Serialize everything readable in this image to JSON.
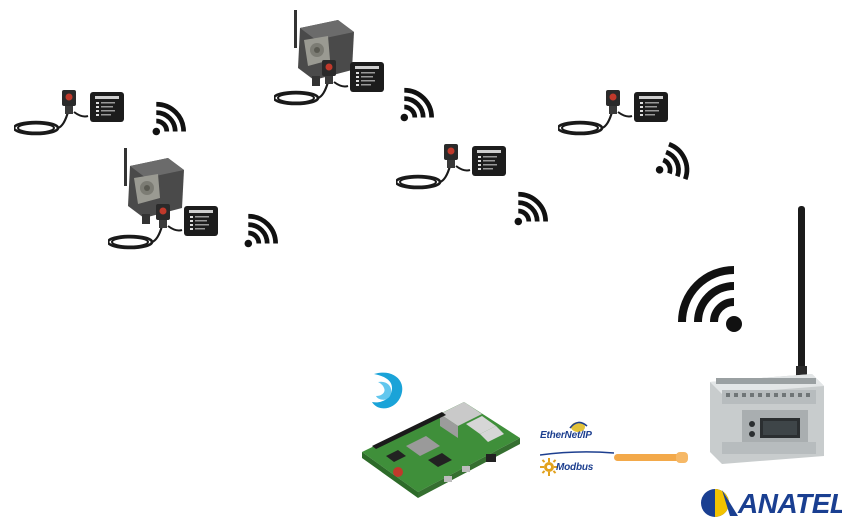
{
  "protocols": {
    "ethernet_ip": "EtherNet/IP",
    "modbus": "Modbus"
  },
  "certification": {
    "logo_text": "ANATEL"
  },
  "colors": {
    "device_dark": "#1e1e1e",
    "ethernet_ip_blue": "#1d3f8f",
    "modbus_gold": "#e2a21e",
    "link_orange": "#f3a94a",
    "anatel_blue": "#1a3f91",
    "anatel_yellow": "#f2c200",
    "rpi_green": "#3f8f3a",
    "rpi_logo_cyan": "#1aa3d8",
    "gateway_gray": "#cfd3d4"
  },
  "icons": [
    "wireless-signal-icon",
    "wifi-icon",
    "raspberry-pi-logo-icon",
    "ethernet-ip-logo-icon",
    "modbus-logo-icon",
    "anatel-logo-icon"
  ]
}
